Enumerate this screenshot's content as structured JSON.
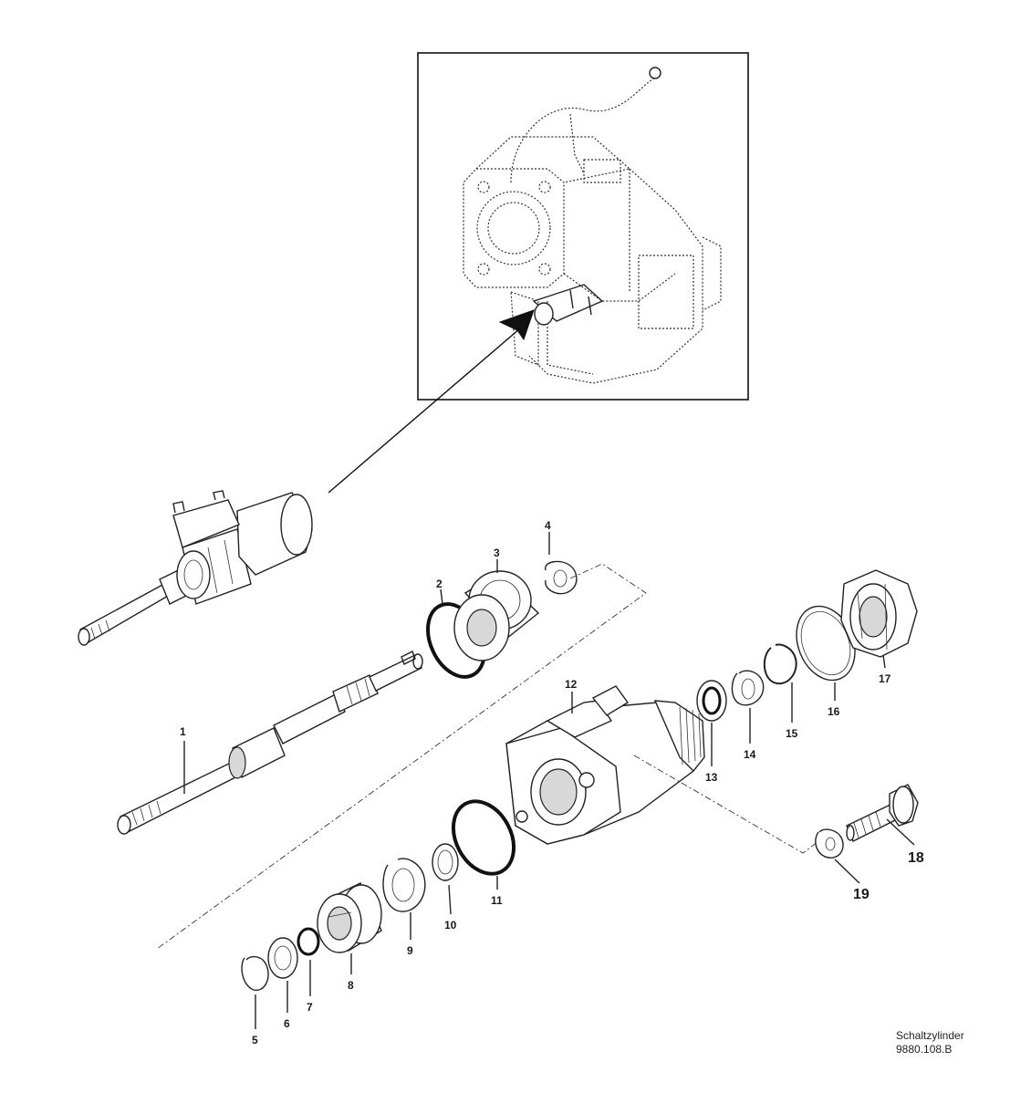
{
  "parts": [
    {
      "id": "1",
      "label": "1"
    },
    {
      "id": "2",
      "label": "2"
    },
    {
      "id": "3",
      "label": "3"
    },
    {
      "id": "4",
      "label": "4"
    },
    {
      "id": "5",
      "label": "5"
    },
    {
      "id": "6",
      "label": "6"
    },
    {
      "id": "7",
      "label": "7"
    },
    {
      "id": "8",
      "label": "8"
    },
    {
      "id": "9",
      "label": "9"
    },
    {
      "id": "10",
      "label": "10"
    },
    {
      "id": "11",
      "label": "11"
    },
    {
      "id": "12",
      "label": "12"
    },
    {
      "id": "13",
      "label": "13"
    },
    {
      "id": "14",
      "label": "14"
    },
    {
      "id": "15",
      "label": "15"
    },
    {
      "id": "16",
      "label": "16"
    },
    {
      "id": "17",
      "label": "17"
    },
    {
      "id": "18",
      "label": "18"
    },
    {
      "id": "19",
      "label": "19"
    }
  ],
  "caption": {
    "title": "Schaltzylinder",
    "code": "9880.108.B"
  }
}
